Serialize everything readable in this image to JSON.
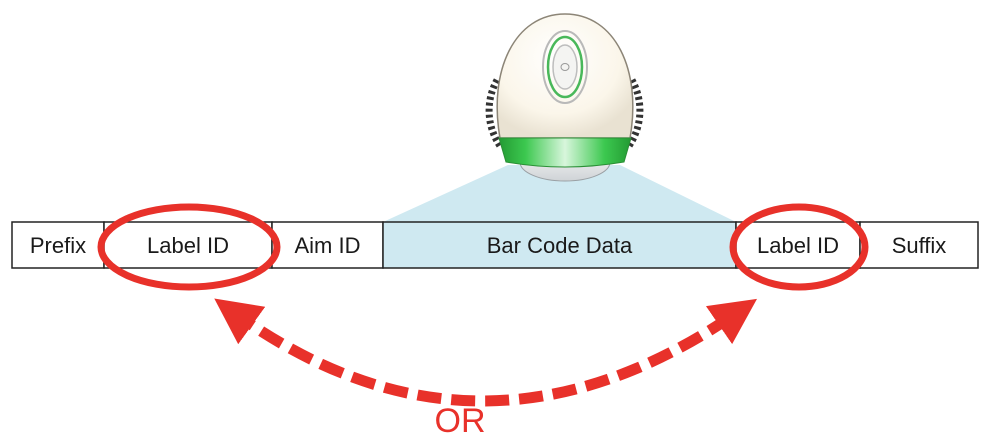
{
  "fields": [
    {
      "label": "Prefix",
      "highlight": false,
      "circled": false
    },
    {
      "label": "Label ID",
      "highlight": false,
      "circled": true
    },
    {
      "label": "Aim ID",
      "highlight": false,
      "circled": false
    },
    {
      "label": "Bar Code Data",
      "highlight": true,
      "circled": false
    },
    {
      "label": "Label ID",
      "highlight": false,
      "circled": true
    },
    {
      "label": "Suffix",
      "highlight": false,
      "circled": false
    }
  ],
  "connector_label": "OR",
  "colors": {
    "accent_red": "#e8312a",
    "beam": "#cfe9f1",
    "scanner_band_green": "#2fb844",
    "scanner_body": "#fbf7ee",
    "outline": "#222222"
  },
  "icons": [
    "barcode-scanner-icon",
    "double-headed-arrow-icon"
  ]
}
